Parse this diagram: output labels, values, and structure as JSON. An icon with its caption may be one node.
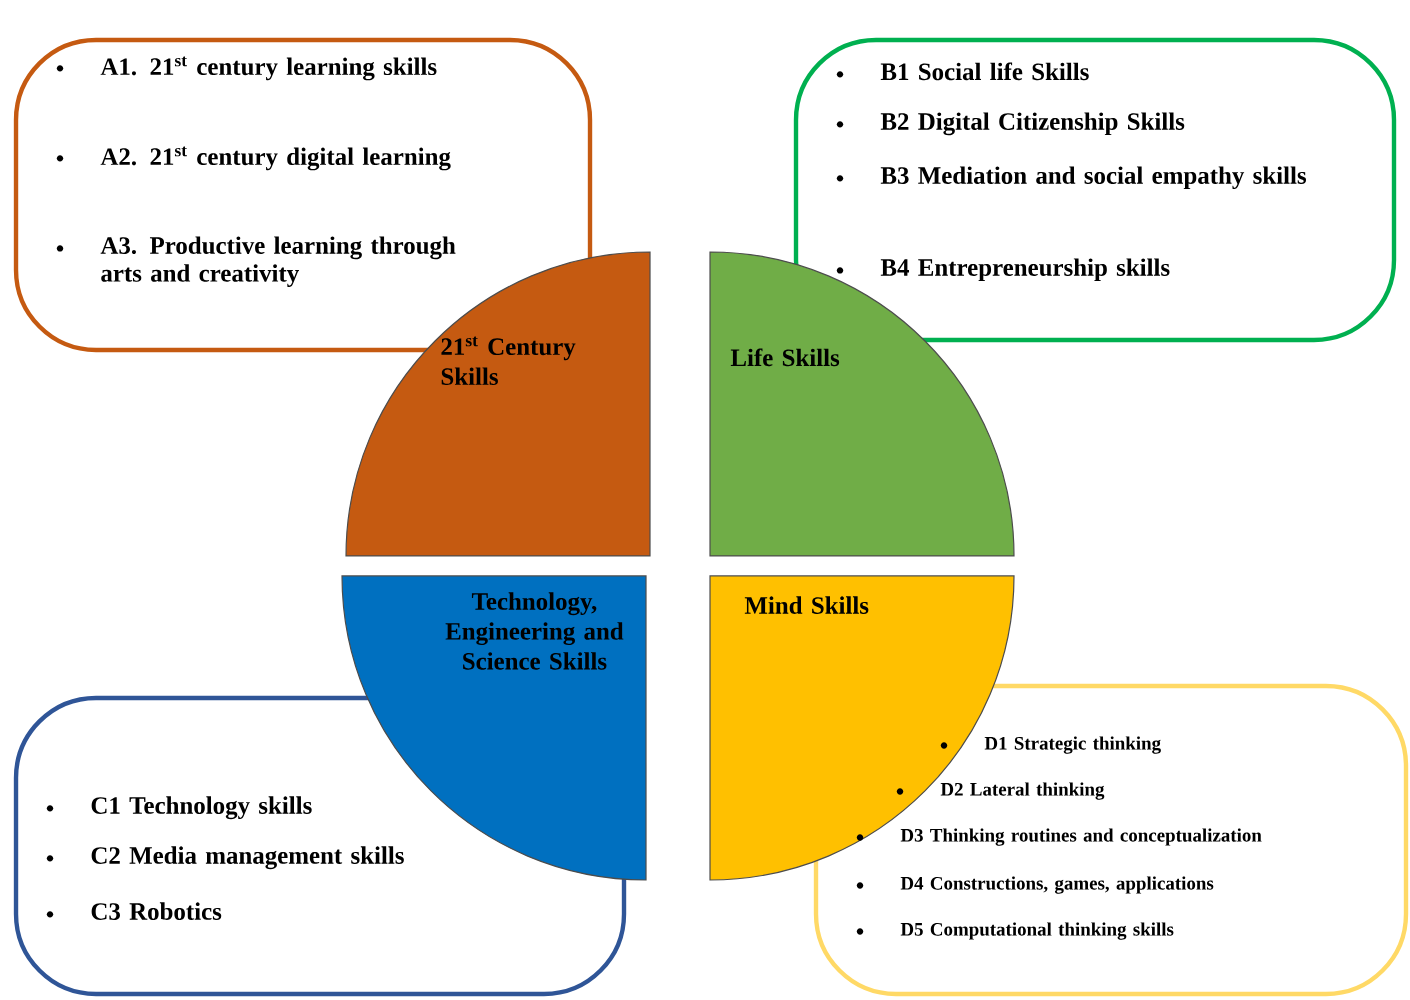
{
  "diagram": {
    "nodes": [
      {
        "text": [
          "A1. 21$^{st}$ century learning skills",
          "A2. 21$^{st}$ century digital learning",
          "A3. Productive learning through arts and creativity"
        ]
      },
      {
        "text": [
          "B1 Social life Skills",
          "B2 Digital Citizenship Skills",
          "B3 Mediation and social empathy skills",
          "B4 Entrepreneurship skills"
        ]
      },
      {
        "text": [
          "21$^{st}$ Century Skills"
        ]
      },
      {
        "text": [
          "Life Skills"
        ]
      },
      {
        "text": [
          "Technology, Engineering and Science Skills"
        ]
      },
      {
        "text": [
          "Mind Skills"
        ]
      },
      {
        "text": [
          "C1 Technology skills",
          "C2 Media management skills",
          "C3 Robotics"
        ]
      },
      {
        "text": [
          "D1 Strategic thinking",
          "D2 Lateral thinking",
          "D3 Thinking routines and conceptualization",
          "D4 Constructions, games, applications",
          "D5 Computational thinking skills"
        ]
      }
    ]
  }
}
